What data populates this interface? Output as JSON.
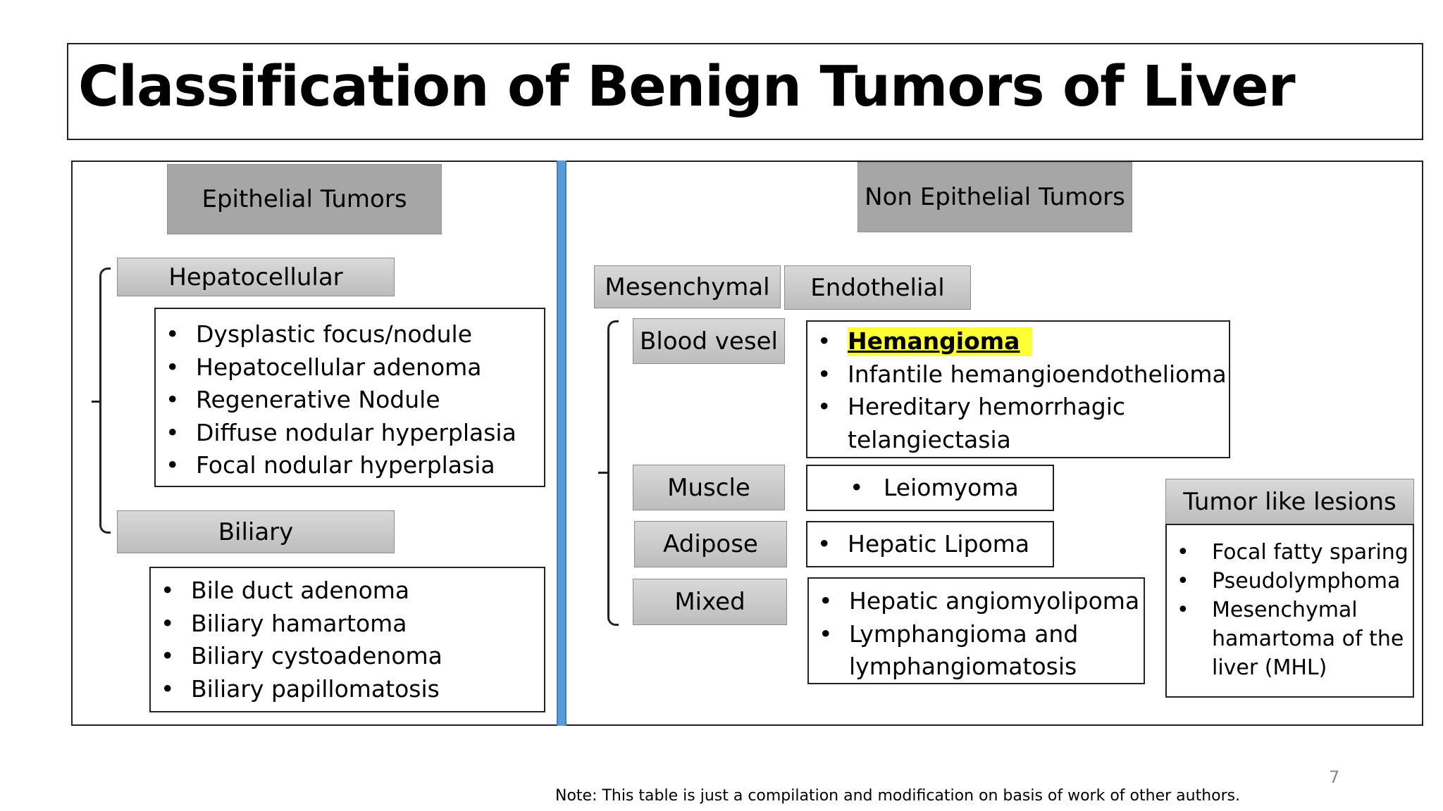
{
  "title": "Classification of Benign Tumors of Liver",
  "epithelial": {
    "heading": "Epithelial Tumors",
    "hepatocellular": {
      "label": "Hepatocellular",
      "items": [
        "Dysplastic focus/nodule",
        "Hepatocellular adenoma",
        "Regenerative Nodule",
        "Diffuse nodular hyperplasia",
        "Focal nodular hyperplasia"
      ]
    },
    "biliary": {
      "label": "Biliary",
      "items": [
        "Bile duct adenoma",
        "Biliary hamartoma",
        "Biliary cystoadenoma",
        "Biliary papillomatosis"
      ]
    }
  },
  "non_epithelial": {
    "heading": "Non Epithelial Tumors",
    "mesenchymal_label": "Mesenchymal",
    "endothelial_label": "Endothelial",
    "blood_vessel": {
      "label": "Blood vesel",
      "items": [
        "Hemangioma",
        "Infantile hemangioendothelioma",
        "Hereditary hemorrhagic",
        "telangiectasia"
      ]
    },
    "muscle": {
      "label": "Muscle",
      "items": [
        "Leiomyoma"
      ]
    },
    "adipose": {
      "label": "Adipose",
      "items": [
        "Hepatic Lipoma"
      ]
    },
    "mixed": {
      "label": "Mixed",
      "items": [
        "Hepatic angiomyolipoma",
        "Lymphangioma and",
        "lymphangiomatosis"
      ]
    }
  },
  "tumor_like": {
    "heading": "Tumor like lesions",
    "items": [
      "Focal fatty sparing",
      "Pseudolymphoma",
      "Mesenchymal",
      "hamartoma of the",
      "liver (MHL)"
    ]
  },
  "bullet_char": "•",
  "highlight_color": "#ffff33",
  "divider_color": "#5b9bd5",
  "page_number": "7",
  "note": "Note: This table is just a compilation and modification on basis of work of other authors."
}
